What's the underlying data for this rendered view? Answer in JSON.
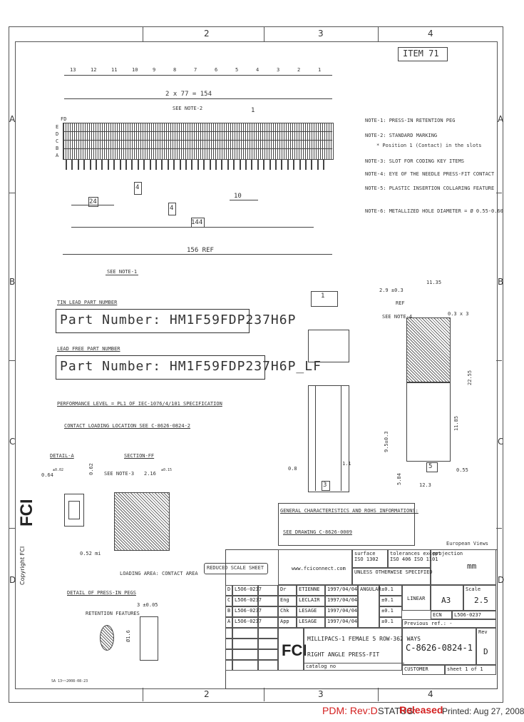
{
  "zones": {
    "top": [
      "2",
      "3",
      "4"
    ],
    "bottom": [
      "2",
      "3",
      "4"
    ],
    "left": [
      "A",
      "B",
      "C",
      "D"
    ],
    "right": [
      "A",
      "B",
      "C",
      "D"
    ]
  },
  "item": "ITEM 71",
  "column_numbers": [
    "13",
    "12",
    "11",
    "10",
    "9",
    "8",
    "7",
    "6",
    "5",
    "4",
    "3",
    "2",
    "1"
  ],
  "dims": {
    "pitch": "2 x 77 = 154",
    "see_note2": "SEE NOTE-2",
    "d1": "1",
    "d4a": "4",
    "d4b": "4",
    "d10": "10",
    "d24": "24",
    "d144": "144",
    "d156": "156 REF",
    "see_note1": "SEE NOTE-1",
    "row_letters": [
      "E",
      "D",
      "C",
      "B",
      "A"
    ],
    "fd": "FD",
    "side_11_35": "11.35",
    "side_29": "2.9 ±0.3",
    "side_ref": "REF",
    "side_see_note4": "SEE NOTE-4",
    "side_03x3": "0.3 x 3",
    "side_2255": "22.55",
    "side_1185": "11.85",
    "side_95": "9.5±0.3",
    "side_08": "0.8",
    "side_11": "1.1",
    "side_3": "3",
    "side_5": "5",
    "side_584": "5.84",
    "side_055": "0.55",
    "side_123": "12.3",
    "section_1": "1"
  },
  "notes": [
    "NOTE-1: PRESS-IN RETENTION PEG",
    "NOTE-2: STANDARD MARKING",
    "* Position 1 (Contact) in the slots",
    "NOTE-3: SLOT FOR CODING KEY ITEMS",
    "NOTE-4: EYE OF THE NEEDLE PRESS-FIT CONTACT",
    "NOTE-5: PLASTIC INSERTION COLLARING FEATURE",
    "NOTE-6: METALLIZED HOLE DIAMETER = Ø 0.55-0.60"
  ],
  "part_labels": {
    "tin_lead_label": "TIN LEAD PART NUMBER",
    "tin_lead": "Part Number: HM1F59FDP237H6P",
    "lead_free_label": "LEAD FREE PART NUMBER",
    "lead_free": "Part Number: HM1F59FDP237H6P_LF"
  },
  "performance": "PERFORMANCE LEVEL = PL1 OF IEC-1076/4/101 SPECIFICATION",
  "contact_loading": "CONTACT LOADING LOCATION SEE C-8626-0824-2",
  "detail_a": {
    "title": "DETAIL-A",
    "d064": "0.64",
    "d064_tol": "±0.02",
    "d062": "0.62",
    "d052": "0.52 mi",
    "tol": "±0.02"
  },
  "section_ff": {
    "title": "SECTION-FF",
    "see_note3": "SEE NOTE-3",
    "d216": "2.16",
    "d216_tol": "±0.15",
    "loading": "LOADING AREA: CONTACT AREA"
  },
  "detail_press": {
    "title": "DETAIL OF PRESS-IN PEGS",
    "retention": "RETENTION FEATURES",
    "d3": "3 ±0.05",
    "d16": "Ø1.6"
  },
  "reduced_scale": "REDUCED SCALE SHEET",
  "general_char": "GENERAL CHARACTERISTICS AND ROHS INFORMATIONS:",
  "see_drawing": "SEE DRAWING C-8626-0009",
  "european": "European Views",
  "title_block": {
    "website": "www.fciconnect.com",
    "surface": "surface",
    "tolerance": "tolerances except",
    "projection": "projection",
    "unit": "mm",
    "iso1": "ISO 1302",
    "iso2": "ISO 406  ISO 1101",
    "dim_note": "UNLESS OTHERWISE SPECIFIED",
    "rows": [
      [
        "Dr",
        "ETIENNE",
        "1997/04/04"
      ],
      [
        "Eng",
        "LECLAIR",
        "1997/04/04"
      ],
      [
        "Chk",
        "LESAGE",
        "1997/04/04"
      ],
      [
        "App",
        "LESAGE",
        "1997/04/04"
      ]
    ],
    "tol_values": [
      "±0.1",
      "±0.1",
      "±0.1",
      "±0.1"
    ],
    "linear": "LINEAR",
    "angular": "ANGULAR",
    "format": "A3",
    "scale_label": "Scale",
    "scale": "2.5",
    "ecn": "ECN",
    "ecn_no": "L5O6-0237",
    "prev_ref": "Previous ref.: -",
    "rev_rows": [
      "D",
      "C",
      "B",
      "A"
    ],
    "rev_ecns": [
      "L5O6-0237",
      "L5O6-0237",
      "L5O6-0237",
      "L5O6-0237"
    ],
    "title1": "MILLIPACS-1 FEMALE 5 ROW-362 WAYS",
    "title2": "RIGHT ANGLE PRESS-FIT",
    "catalog": "catalog no",
    "drawing_no": "C-8626-0824-1",
    "rev": "D",
    "rev_label": "Rev",
    "customer": "CUSTOMER",
    "sheet": "sheet 1 of 1"
  },
  "bottom_left_stamp": "SA 13~~2008-08-23",
  "copyright": "Copyright  FCI",
  "footer": {
    "pdm": "PDM: Rev:D",
    "status_label": "STATUS:",
    "status": "Released",
    "printed": "Printed: Aug 27, 2008"
  },
  "colors": {
    "pdm": "#d42020",
    "status": "#d42020",
    "line": "#444444"
  }
}
